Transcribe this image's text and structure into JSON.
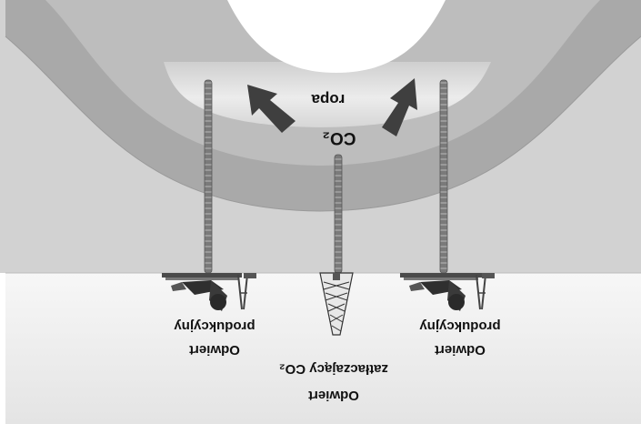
{
  "labels": {
    "oil": "ropa",
    "co2_zone": "CO₂",
    "producer_left_line1": "Odwiert",
    "producer_left_line2": "produkcyjny",
    "producer_right_line1": "Odwiert",
    "producer_right_line2": "produkcyjny",
    "injector_line1": "Odwiert",
    "injector_line2": "zatłaczający CO₂"
  },
  "image_orientation": "rotated 180 degrees",
  "colors": {
    "ground": "#f0f0f0",
    "subsurface": "#d2d2d2",
    "outer_rock": "#a7a7a7",
    "inner_rock": "#bdbdbd",
    "oil_band": "#dcdcdc",
    "co2_cap": "#ffffff",
    "arrow": "#3c3c3c",
    "pipe": "#767676"
  }
}
